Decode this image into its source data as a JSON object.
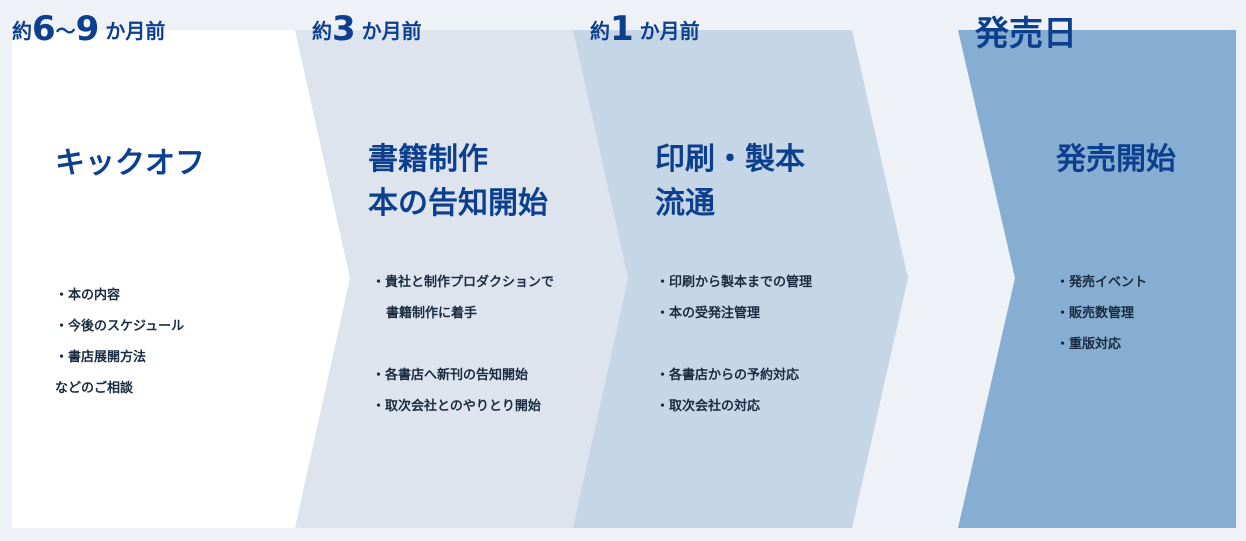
{
  "stages": [
    {
      "timing": {
        "prefix": "約",
        "num_a": "6",
        "mid": "～",
        "num_b": "9",
        "suffix": "か月前"
      },
      "title_lines": [
        "キックオフ"
      ],
      "items": [
        "・本の内容",
        "・今後のスケジュール",
        "・書店展開方法"
      ],
      "note": "などのご相談",
      "color": "#ffffff"
    },
    {
      "timing": {
        "prefix": "約",
        "num": "3",
        "suffix": "か月前"
      },
      "title_lines": [
        "書籍制作",
        "本の告知開始"
      ],
      "items": [
        "・貴社と制作プロダクションで",
        "書籍制作に着手",
        "・各書店へ新刊の告知開始",
        "・取次会社とのやりとり開始"
      ],
      "color": "#dde4ee"
    },
    {
      "timing": {
        "prefix": "約",
        "num": "1",
        "suffix": "か月前"
      },
      "title_lines": [
        "印刷・製本",
        "流通"
      ],
      "items": [
        "・印刷から製本までの管理",
        "・本の受発注管理",
        "・各書店からの予約対応",
        "・取次会社の対応"
      ],
      "color": "#c5d6e6"
    },
    {
      "timing": {
        "label": "発売日"
      },
      "title_lines": [
        "発売開始"
      ],
      "items": [
        "・発売イベント",
        "・販売数管理",
        "・重版対応"
      ],
      "color": "#86aed2"
    }
  ],
  "colors": {
    "text_accent": "#0d3f8f",
    "background": "#eef1f5"
  }
}
